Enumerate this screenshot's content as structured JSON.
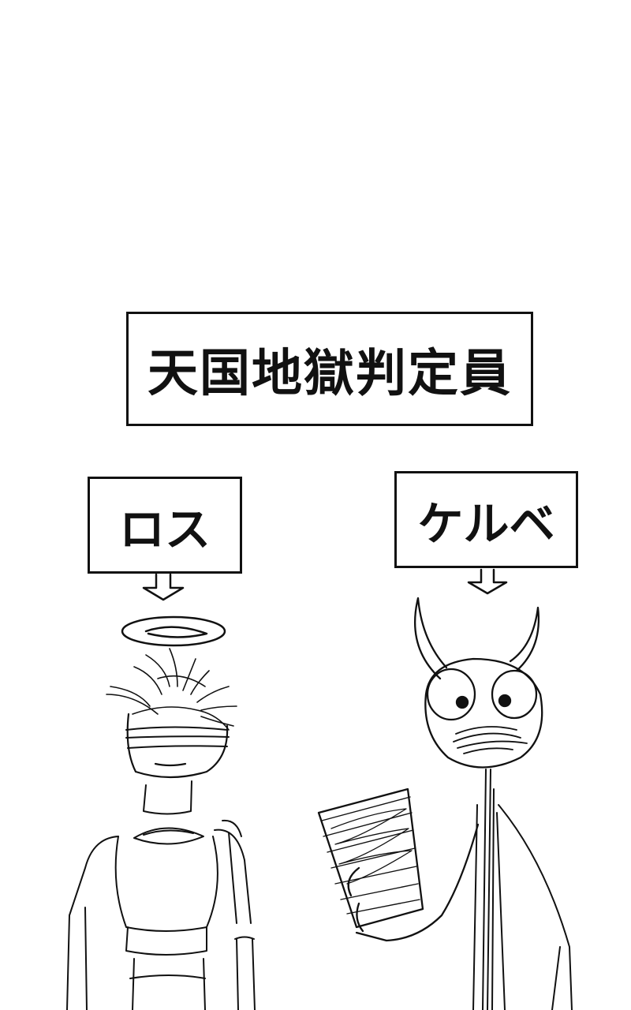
{
  "title": "天国地獄判定員",
  "characters": {
    "ross": {
      "name": "ロス"
    },
    "kerube": {
      "name": "ケルベ"
    }
  },
  "colors": {
    "ink": "#111111",
    "background": "#ffffff"
  }
}
